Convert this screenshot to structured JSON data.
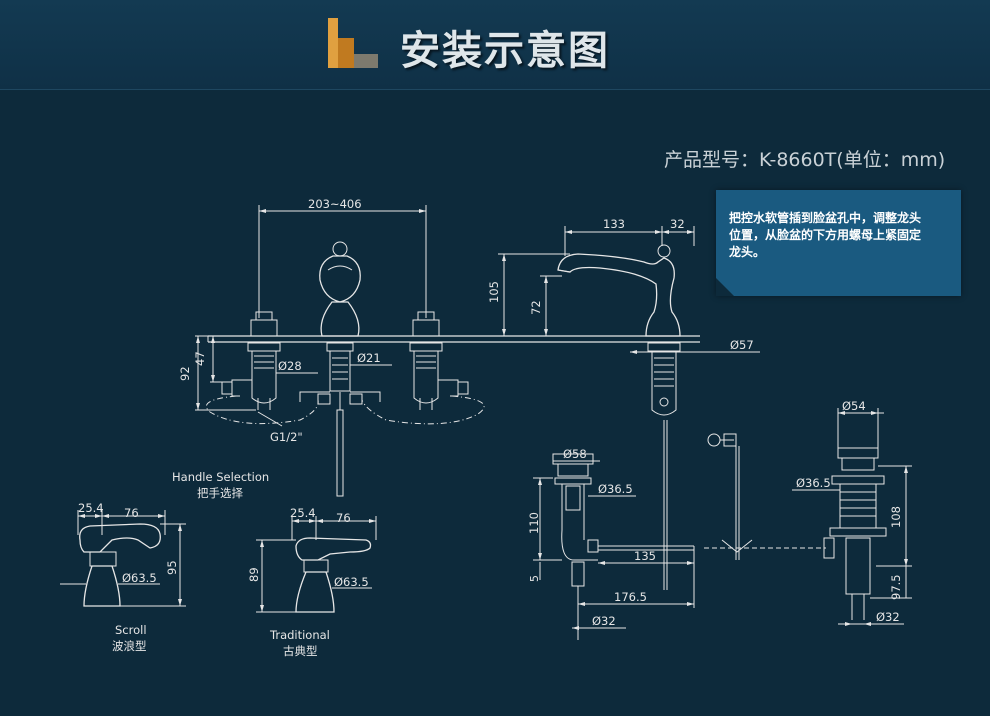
{
  "header": {
    "title": "安装示意图",
    "logo_colors": [
      "#e0a040",
      "#c07a20",
      "#7d7a6e"
    ]
  },
  "model_label": "产品型号：K-8660T(单位：mm)",
  "note": {
    "line1": "把控水软管插到脸盆孔中，调整龙头",
    "line2": "位置，从脸盆的下方用螺母上紧固定",
    "line3": "龙头。"
  },
  "dimensions": {
    "spread": "203~406",
    "spout_reach": "133",
    "spout_base": "32",
    "height_total": "105",
    "spout_height": "72",
    "left_total": "92",
    "left_upper": "47",
    "dia_28": "Ø28",
    "dia_21": "Ø21",
    "dia_57": "Ø57",
    "thread": "G1/2\"",
    "drain_dia_58": "Ø58",
    "drain_dia_365": "Ø36.5",
    "drain_h_110": "110",
    "drain_135": "135",
    "drain_1765": "176.5",
    "drain_dia_32": "Ø32",
    "pop_dia_54": "Ø54",
    "pop_dia_365": "Ø36.5",
    "pop_h_108": "108",
    "pop_975": "97.5",
    "pop_dia_32": "Ø32",
    "small_5": "5"
  },
  "handles": {
    "section_en": "Handle Selection",
    "section_cn": "把手选择",
    "scroll": {
      "name_en": "Scroll",
      "name_cn": "波浪型",
      "w1": "25.4",
      "w2": "76",
      "h": "95",
      "dia": "Ø63.5"
    },
    "traditional": {
      "name_en": "Traditional",
      "name_cn": "古典型",
      "w1": "25.4",
      "w2": "76",
      "h": "89",
      "dia": "Ø63.5"
    }
  },
  "colors": {
    "background": "#0d2a3b",
    "header": "#133a52",
    "note_box": "#1a5a80",
    "line": "#e6e6e6"
  }
}
